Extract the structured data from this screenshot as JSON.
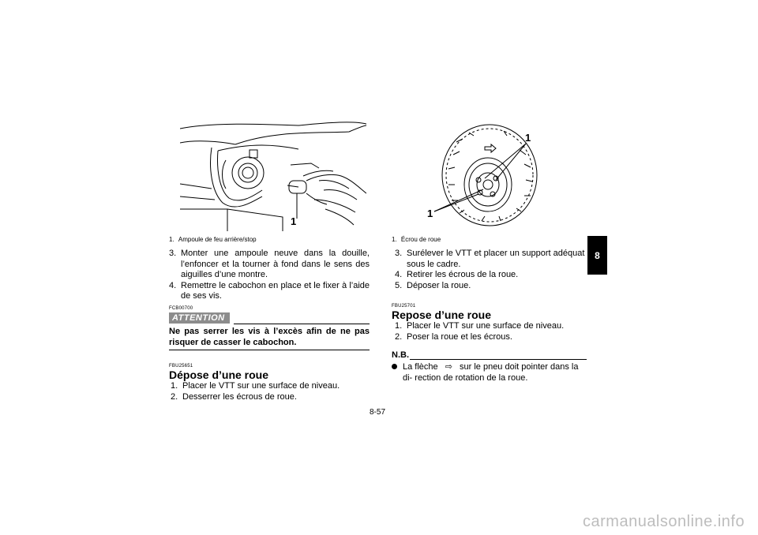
{
  "left": {
    "figure_caption": {
      "num": "1.",
      "text": "Ampoule de feu arrière/stop"
    },
    "figure_callout": "1",
    "steps_a": [
      {
        "n": "3.",
        "text": "Monter une ampoule neuve dans la douille, l’enfoncer et la tourner à fond dans le sens des aiguilles d’une montre."
      },
      {
        "n": "4.",
        "text": "Remettre le cabochon en place et le fixer à l’aide de ses vis."
      }
    ],
    "attention": {
      "code": "FCB00700",
      "label": "ATTENTION",
      "text": "Ne pas serrer les vis à l’excès afin de ne pas risquer de casser le cabochon."
    },
    "section": {
      "code": "FBU25651",
      "title": "Dépose d’une roue",
      "steps": [
        {
          "n": "1.",
          "text": "Placer le VTT sur une surface de niveau."
        },
        {
          "n": "2.",
          "text": "Desserrer les écrous de roue."
        }
      ]
    }
  },
  "right": {
    "figure_caption": {
      "num": "1.",
      "text": "Écrou de roue"
    },
    "figure_callouts": [
      "1",
      "1"
    ],
    "steps_a": [
      {
        "n": "3.",
        "text": "Surélever le VTT et placer un support adéquat sous le cadre."
      },
      {
        "n": "4.",
        "text": "Retirer les écrous de la roue."
      },
      {
        "n": "5.",
        "text": "Déposer la roue."
      }
    ],
    "section": {
      "code": "FBU25701",
      "title": "Repose d’une roue",
      "steps": [
        {
          "n": "1.",
          "text": "Placer le VTT sur une surface de niveau."
        },
        {
          "n": "2.",
          "text": "Poser la roue et les écrous."
        }
      ]
    },
    "note": {
      "label": "N.B.",
      "text_before": "La flèche",
      "arrow": "⇨",
      "text_after": "sur le pneu doit pointer dans la di- rection de rotation de la roue."
    }
  },
  "page_number": "8-57",
  "chapter_tab": "8",
  "watermark": "carmanualsonline.info"
}
